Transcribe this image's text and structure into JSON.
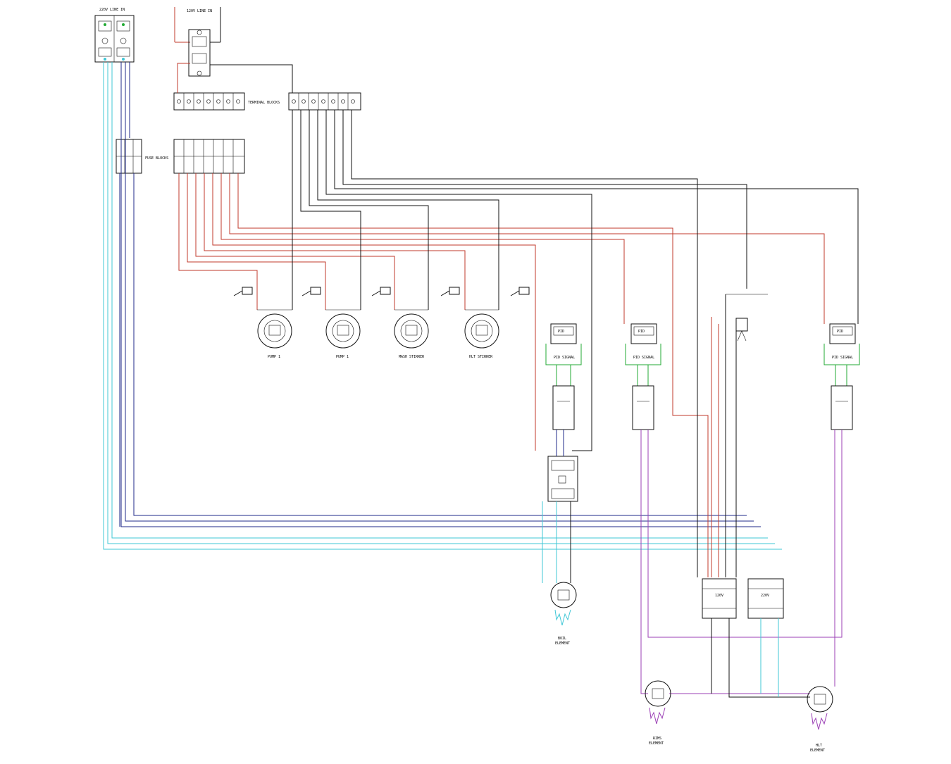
{
  "diagram": {
    "labels": {
      "line_240": "220V LINE IN",
      "line_120": "120V LINE IN",
      "terminal_blocks": "TERMINAL BLOCKS",
      "fuse_blocks": "FUSE BLOCKS",
      "pump_1a": "PUMP 1",
      "pump_1b": "PUMP 1",
      "mash_stirrer": "MASH STIRRER",
      "hlt_stirrer": "HLT STIRRER",
      "pid_signal_1": "PID SIGNAL",
      "pid_signal_2": "PID SIGNAL",
      "pid_signal_3": "PID SIGNAL",
      "pid_display": "PID",
      "contactor_120": "120V",
      "contactor_240": "220V",
      "boil_element_l1": "BOIL",
      "boil_element_l2": "ELEMENT",
      "rims_element_l1": "RIMS",
      "rims_element_l2": "ELEMENT",
      "hlt_element_l1": "HLT",
      "hlt_element_l2": "ELEMENT"
    },
    "wire_colors": {
      "hot_120": "#c0392b",
      "neutral_black": "#111111",
      "line_240_blue": "#1f2a8a",
      "line_240_cyan": "#3fc7d6",
      "pid_signal_green": "#22aa33",
      "ssr_output_purple": "#9b3fb5"
    }
  }
}
